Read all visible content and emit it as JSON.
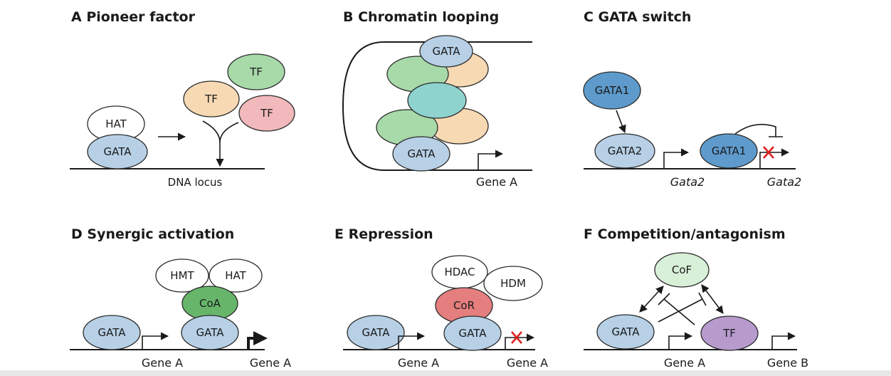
{
  "colors": {
    "gata_light": "#b7d0e6",
    "gata_dark": "#5e9bcc",
    "tf_green": "#a8d9a9",
    "tf_orange": "#f7d9b4",
    "tf_pink": "#f1b9bb",
    "coa_green": "#67b56b",
    "cor_red": "#e57e7e",
    "teal": "#8fd3cf",
    "tf_purple": "#b79bcd",
    "cof_green": "#d8efd8",
    "white": "#ffffff",
    "repress_x": "#e02020"
  },
  "panels": {
    "a": {
      "title": "A  Pioneer factor",
      "hat": "HAT",
      "gata": "GATA",
      "tf1": "TF",
      "tf2": "TF",
      "tf3": "TF",
      "dna_label": "DNA locus"
    },
    "b": {
      "title": "B  Chromatin looping",
      "gata_top": "GATA",
      "gata_bottom": "GATA",
      "gene": "Gene A"
    },
    "c": {
      "title": "C  GATA switch",
      "gata1_top": "GATA1",
      "gata2": "GATA2",
      "gata1_bound": "GATA1",
      "gene1": "Gata2",
      "gene2": "Gata2"
    },
    "d": {
      "title": "D  Synergic activation",
      "hmt": "HMT",
      "hat": "HAT",
      "coa": "CoA",
      "gata_left": "GATA",
      "gata_right": "GATA",
      "gene1": "Gene A",
      "gene2": "Gene A"
    },
    "e": {
      "title": "E  Repression",
      "hdac": "HDAC",
      "hdm": "HDM",
      "cor": "CoR",
      "gata_left": "GATA",
      "gata_right": "GATA",
      "gene1": "Gene A",
      "gene2": "Gene A"
    },
    "f": {
      "title": "F  Competition/antagonism",
      "cof": "CoF",
      "gata": "GATA",
      "tf": "TF",
      "gene1": "Gene A",
      "gene2": "Gene B"
    }
  }
}
